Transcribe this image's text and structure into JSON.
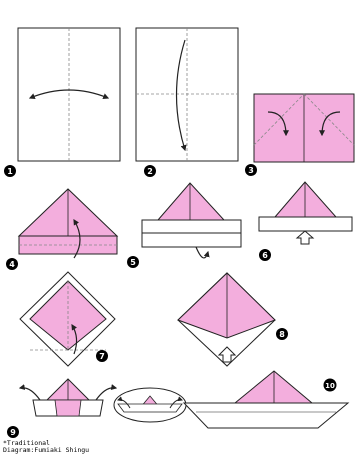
{
  "colors": {
    "pink": "#F3AEDD",
    "outline": "#222222",
    "fold_line": "#888888",
    "badge": "#000000"
  },
  "steps": [
    {
      "number": "1",
      "icon": "step-number-badge"
    },
    {
      "number": "2",
      "icon": "step-number-badge"
    },
    {
      "number": "3",
      "icon": "step-number-badge"
    },
    {
      "number": "4",
      "icon": "step-number-badge"
    },
    {
      "number": "5",
      "icon": "step-number-badge"
    },
    {
      "number": "6",
      "icon": "step-number-badge"
    },
    {
      "number": "7",
      "icon": "step-number-badge"
    },
    {
      "number": "8",
      "icon": "step-number-badge"
    },
    {
      "number": "9",
      "icon": "step-number-badge"
    },
    {
      "number": "10",
      "icon": "step-number-badge"
    }
  ],
  "credits": {
    "line1": "*Traditional",
    "line2": "Diagram:Fumiaki Shingu"
  }
}
